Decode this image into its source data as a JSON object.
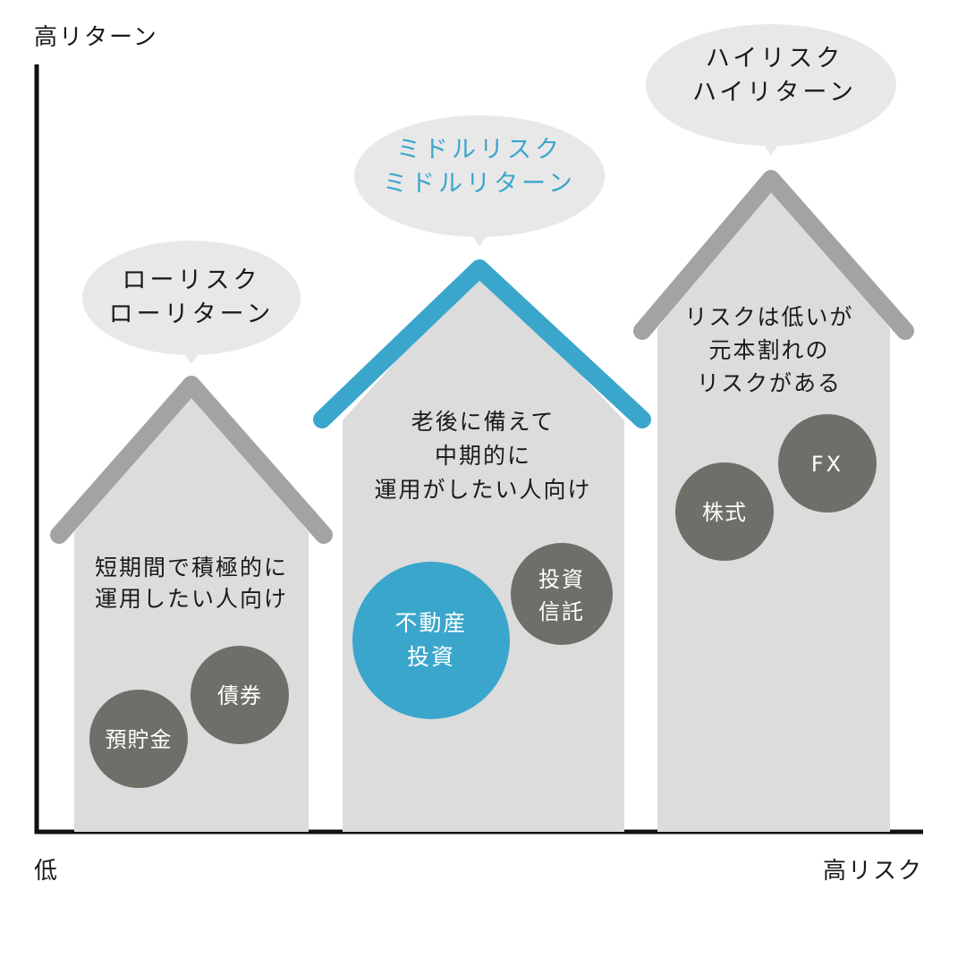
{
  "axes": {
    "y_top_label": "高リターン",
    "origin_label": "低",
    "x_right_label": "高リスク"
  },
  "colors": {
    "axis": "#111111",
    "house_body": "#dcdcdc",
    "roof_gray": "#a3a3a3",
    "roof_accent": "#3aa6cc",
    "bubble": "#e8e8e8",
    "circle_dark": "#6f6f6a",
    "circle_accent": "#3aa6cc",
    "text_dark": "#1a1a1a",
    "text_light": "#ffffff"
  },
  "houses": [
    {
      "id": "low",
      "bubble_lines": [
        "ローリスク",
        "ローリターン"
      ],
      "accent": false,
      "description_lines": [
        "短期間で積極的に",
        "運用したい人向け"
      ],
      "items": [
        {
          "id": "deposit",
          "lines": [
            "預貯金"
          ],
          "accent": false
        },
        {
          "id": "bond",
          "lines": [
            "債券"
          ],
          "accent": false
        }
      ]
    },
    {
      "id": "middle",
      "bubble_lines": [
        "ミドルリスク",
        "ミドルリターン"
      ],
      "accent": true,
      "description_lines": [
        "老後に備えて",
        "中期的に",
        "運用がしたい人向け"
      ],
      "items": [
        {
          "id": "real-estate",
          "lines": [
            "不動産",
            "投資"
          ],
          "accent": true
        },
        {
          "id": "investment-trust",
          "lines": [
            "投資",
            "信託"
          ],
          "accent": false
        }
      ]
    },
    {
      "id": "high",
      "bubble_lines": [
        "ハイリスク",
        "ハイリターン"
      ],
      "accent": false,
      "description_lines": [
        "リスクは低いが",
        "元本割れの",
        "リスクがある"
      ],
      "items": [
        {
          "id": "stocks",
          "lines": [
            "株式"
          ],
          "accent": false
        },
        {
          "id": "fx",
          "lines": [
            "FX"
          ],
          "accent": false
        }
      ]
    }
  ]
}
